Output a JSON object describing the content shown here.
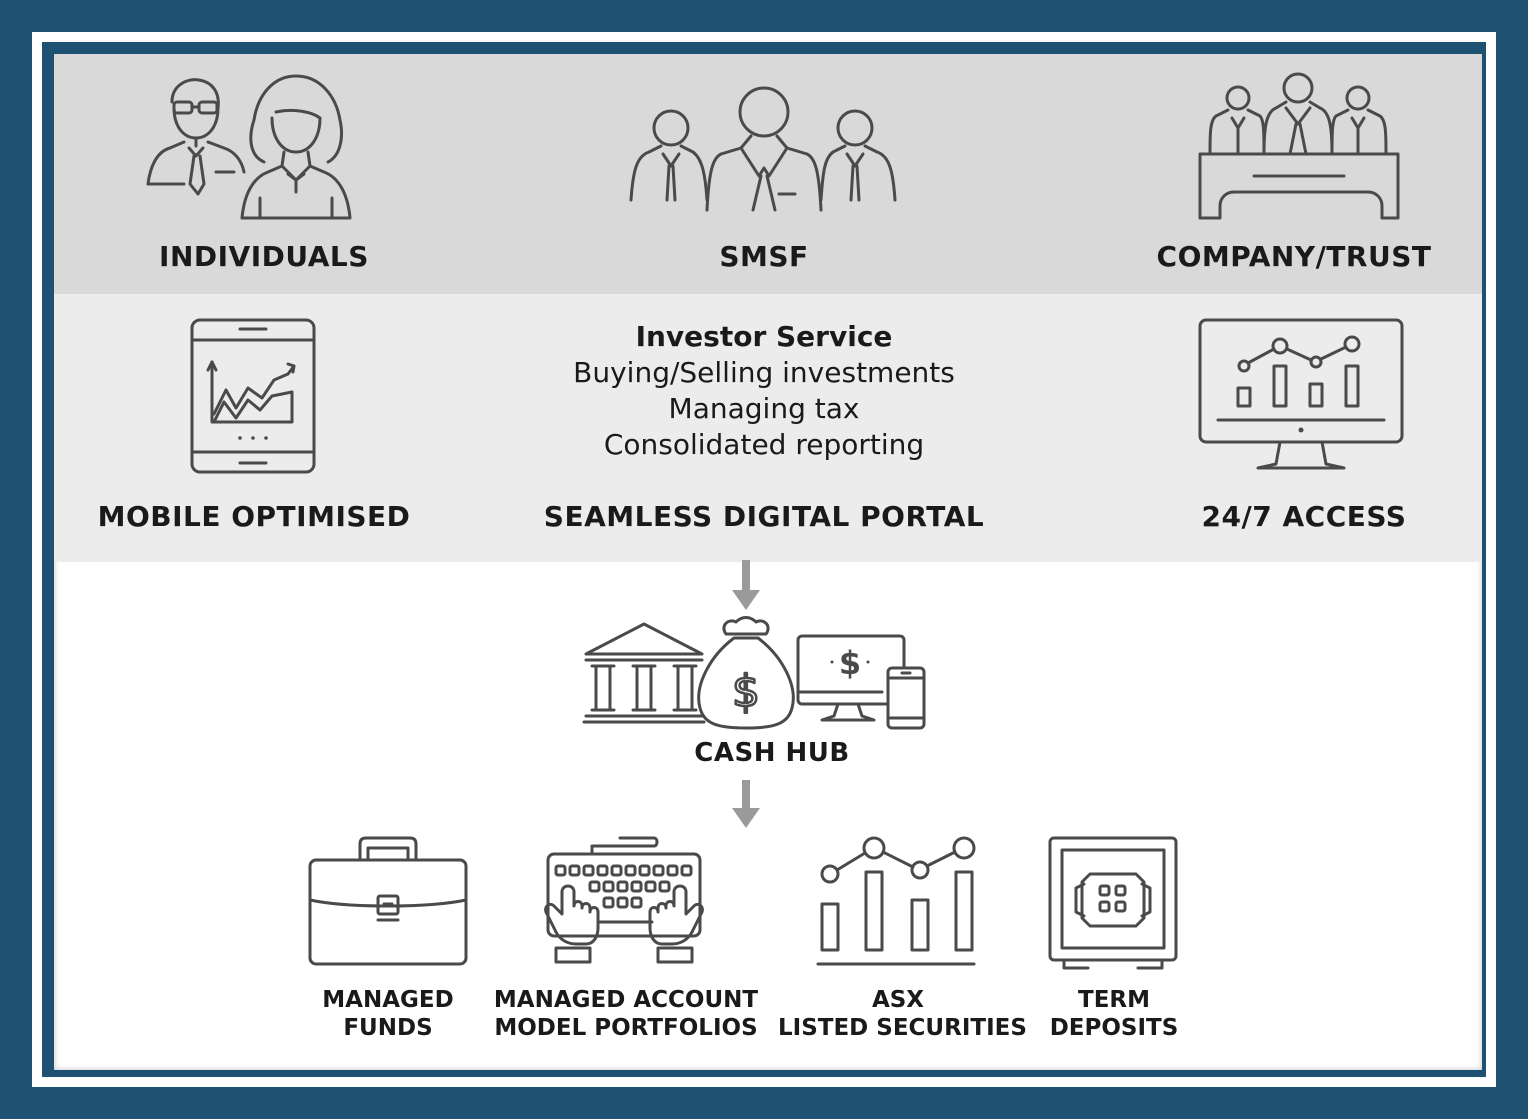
{
  "colors": {
    "frame": "#1f5173",
    "band_top": "#d9d9d9",
    "band_mid": "#ececec",
    "icon": "#4a4a4a",
    "arrow": "#9a9a9a"
  },
  "investor_types": {
    "individuals": "INDIVIDUALS",
    "smsf": "SMSF",
    "company_trust": "COMPANY/TRUST"
  },
  "portal": {
    "heading": "Investor Service",
    "features": [
      "Buying/Selling investments",
      "Managing tax",
      "Consolidated reporting"
    ],
    "mobile_label": "MOBILE OPTIMISED",
    "portal_label": "SEAMLESS DIGITAL PORTAL",
    "access_label": "24/7 ACCESS"
  },
  "cash_hub": {
    "label": "CASH HUB"
  },
  "products": [
    {
      "line1": "MANAGED",
      "line2": "FUNDS",
      "icon": "briefcase-icon"
    },
    {
      "line1": "MANAGED ACCOUNT",
      "line2": "MODEL PORTFOLIOS",
      "icon": "keyboard-hands-icon"
    },
    {
      "line1": "ASX",
      "line2": "LISTED SECURITIES",
      "icon": "bar-line-chart-icon"
    },
    {
      "line1": "TERM",
      "line2": "DEPOSITS",
      "icon": "safe-icon"
    }
  ]
}
